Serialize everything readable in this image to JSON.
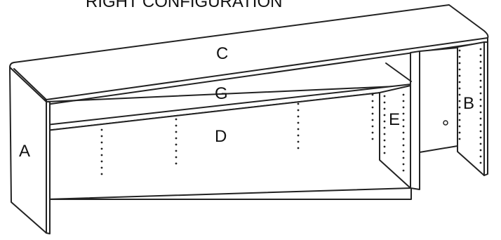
{
  "title": "RIGHT CONFIGURATION",
  "parts": {
    "a": "A",
    "b": "B",
    "c": "C",
    "d": "D",
    "e": "E",
    "g": "G"
  }
}
